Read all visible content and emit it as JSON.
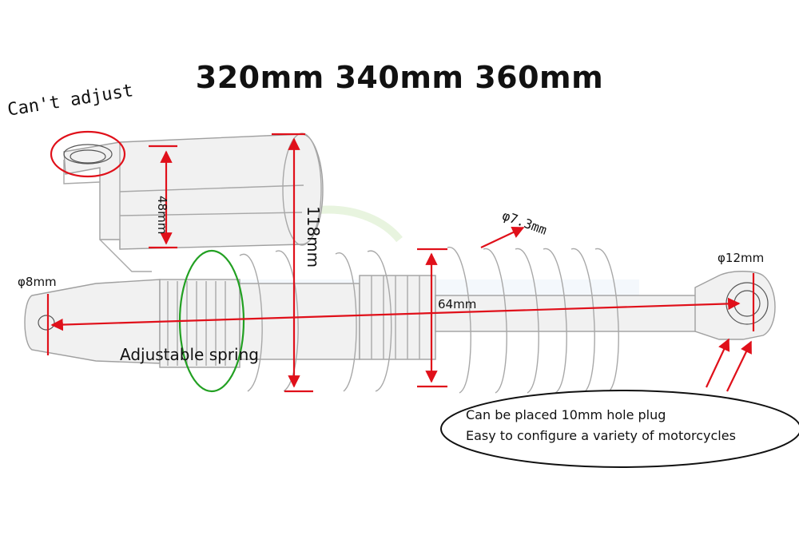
{
  "title": "320mm 340mm 360mm",
  "callouts": {
    "cant_adjust": "Can't adjust",
    "adjustable_spring": "Adjustable spring"
  },
  "dimensions": {
    "reservoir_height": "48mm",
    "overall_height": "118mm",
    "spring_wire": "φ7.3mm",
    "body_diameter": "64mm",
    "left_eye": "φ8mm",
    "right_eye": "φ12mm"
  },
  "note": {
    "line1": "Can be placed 10mm hole plug",
    "line2": "Easy to configure a variety of motorcycles"
  },
  "colors": {
    "dimension_lines": "#e0101a",
    "spring_highlight": "#22a022",
    "sketch_lines": "#a8a8a8",
    "text": "#111111"
  }
}
